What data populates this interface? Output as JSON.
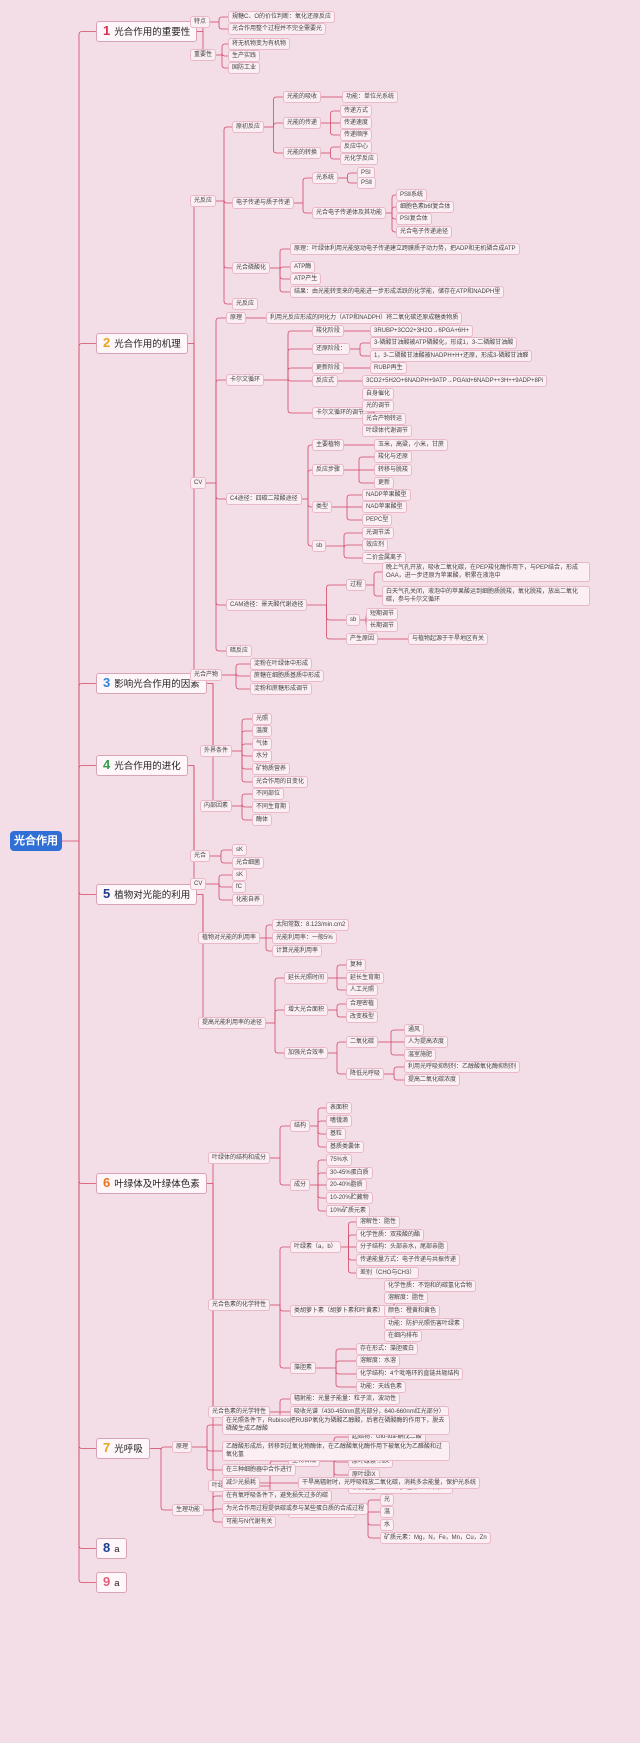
{
  "root": "光合作用",
  "colors": {
    "background": "#f3dde6",
    "root": "#2f6fd6",
    "line": "#d24a6a",
    "num1": "#d9304f",
    "num2": "#e8a41c",
    "num3": "#2a86d8",
    "num4": "#2e9e4a",
    "num5": "#1d3f8f",
    "num6": "#e8741c",
    "num7": "#e8a41c",
    "num8": "#1d3f8f",
    "num9": "#e0607a"
  },
  "sections": [
    {
      "num": "1",
      "label": "光合作用的重要性"
    },
    {
      "num": "2",
      "label": "光合作用的机理"
    },
    {
      "num": "3",
      "label": "影响光合作用的因素"
    },
    {
      "num": "4",
      "label": "光合作用的进化"
    },
    {
      "num": "5",
      "label": "植物对光能的利用"
    },
    {
      "num": "6",
      "label": "叶绿体及叶绿体色素"
    },
    {
      "num": "7",
      "label": "光呼吸"
    },
    {
      "num": "8",
      "label": "a"
    },
    {
      "num": "9",
      "label": "a"
    }
  ],
  "nodes": [
    {
      "id": "s1_a",
      "parent": "sec1",
      "text": "特点"
    },
    {
      "id": "s1_a1",
      "parent": "s1_a",
      "text": "規糖C、O的价位判断：氧化还原反应"
    },
    {
      "id": "s1_a2",
      "parent": "s1_a",
      "text": "光合作用整个过程并不完全需要光"
    },
    {
      "id": "s1_b",
      "parent": "sec1",
      "text": "重要性"
    },
    {
      "id": "s1_b1",
      "parent": "s1_b",
      "text": "将无机物变为有机物"
    },
    {
      "id": "s1_b2",
      "parent": "s1_b",
      "text": "生产实践"
    },
    {
      "id": "s1_b3",
      "parent": "s1_b",
      "text": "国防工业"
    },
    {
      "id": "s2_a",
      "parent": "sec2",
      "text": "光反应"
    },
    {
      "id": "s2_a1",
      "parent": "s2_a",
      "text": "原初反应"
    },
    {
      "id": "s2_a1a",
      "parent": "s2_a1",
      "text": "光能的吸收"
    },
    {
      "id": "s2_a1a1",
      "parent": "s2_a1a",
      "text": "功能：单位光系统"
    },
    {
      "id": "s2_a1b",
      "parent": "s2_a1",
      "text": "光能的传递"
    },
    {
      "id": "s2_a1b1",
      "parent": "s2_a1b",
      "text": "传递方式"
    },
    {
      "id": "s2_a1b2",
      "parent": "s2_a1b",
      "text": "传递速度"
    },
    {
      "id": "s2_a1b3",
      "parent": "s2_a1b",
      "text": "传递顺序"
    },
    {
      "id": "s2_a1c",
      "parent": "s2_a1",
      "text": "光能的转换"
    },
    {
      "id": "s2_a1c1",
      "parent": "s2_a1c",
      "text": "反应中心"
    },
    {
      "id": "s2_a1c2",
      "parent": "s2_a1c",
      "text": "光化学反应"
    },
    {
      "id": "s2_a2",
      "parent": "s2_a",
      "text": "电子传递与质子传递"
    },
    {
      "id": "s2_a2a",
      "parent": "s2_a2",
      "text": "光系统"
    },
    {
      "id": "s2_a2a1",
      "parent": "s2_a2a",
      "text": "PSⅠ"
    },
    {
      "id": "s2_a2a2",
      "parent": "s2_a2a",
      "text": "PSⅡ"
    },
    {
      "id": "s2_a2b",
      "parent": "s2_a2",
      "text": "光合电子传递体及其功能"
    },
    {
      "id": "s2_a2b1",
      "parent": "s2_a2b",
      "text": "PSⅡ系统"
    },
    {
      "id": "s2_a2b2",
      "parent": "s2_a2b",
      "text": "细胞色素b6f复合体"
    },
    {
      "id": "s2_a2b3",
      "parent": "s2_a2b",
      "text": "PSⅠ复合体"
    },
    {
      "id": "s2_a2b4",
      "parent": "s2_a2b",
      "text": "光合电子传递途径"
    },
    {
      "id": "s2_a3",
      "parent": "s2_a",
      "text": "光合磷酸化"
    },
    {
      "id": "s2_a3a",
      "parent": "s2_a3",
      "text": "原理：叶绿体利用光能驱动电子传递建立跨膜质子动力势，把ADP和无机磷合成ATP",
      "wrap": true
    },
    {
      "id": "s2_a3b",
      "parent": "s2_a3",
      "text": "ATP酶"
    },
    {
      "id": "s2_a3c",
      "parent": "s2_a3",
      "text": "ATP产生"
    },
    {
      "id": "s2_a3d",
      "parent": "s2_a3",
      "text": "结果：由光能转变来的电能进一步形成活跃的化学能，储存在ATP和NADPH里"
    },
    {
      "id": "s2_a4",
      "parent": "s2_a",
      "text": "光反应"
    },
    {
      "id": "s2_b",
      "parent": "sec2",
      "text": "CV"
    },
    {
      "id": "s2_b1",
      "parent": "s2_b",
      "text": "原理"
    },
    {
      "id": "s2_b1a",
      "parent": "s2_b1",
      "text": "利用光反应形成的同化力（ATP和NADPH）将二氧化碳还原成糖类物质"
    },
    {
      "id": "s2_b2",
      "parent": "s2_b",
      "text": "卡尔文循环"
    },
    {
      "id": "s2_b2a",
      "parent": "s2_b2",
      "text": "羧化阶段"
    },
    {
      "id": "s2_b2a1",
      "parent": "s2_b2a",
      "text": "3RUBP+3CO2+3H2O→6PGA+6H+"
    },
    {
      "id": "s2_b2b",
      "parent": "s2_b2",
      "text": "还原阶段："
    },
    {
      "id": "s2_b2b1",
      "parent": "s2_b2b",
      "text": "3-磷酸甘油酸被ATP磷酸化，形成1，3-二磷酸甘油酸"
    },
    {
      "id": "s2_b2b2",
      "parent": "s2_b2b",
      "text": "1，3-二磷酸甘油酸被NADPH+H+还原，形成3-磷酸甘油醛"
    },
    {
      "id": "s2_b2c",
      "parent": "s2_b2",
      "text": "更新阶段"
    },
    {
      "id": "s2_b2c1",
      "parent": "s2_b2c",
      "text": "RUBP再生"
    },
    {
      "id": "s2_b2d",
      "parent": "s2_b2",
      "text": "反应式"
    },
    {
      "id": "s2_b2d1",
      "parent": "s2_b2d",
      "text": "3CO2+5H2O+6NADPH+9ATP→PGAld+6NADP++3H++9ADP+8Pi"
    },
    {
      "id": "s2_b2e",
      "parent": "s2_b2",
      "text": "卡尔文循环的调节"
    },
    {
      "id": "s2_b2e1",
      "parent": "s2_b2e",
      "text": "自身催化"
    },
    {
      "id": "s2_b2e2",
      "parent": "s2_b2e",
      "text": "光的调节"
    },
    {
      "id": "s2_b2e3",
      "parent": "s2_b2e",
      "text": "光合产物转运"
    },
    {
      "id": "s2_b2e4",
      "parent": "s2_b2e",
      "text": "叶绿体代谢调节"
    },
    {
      "id": "s2_b3",
      "parent": "s2_b",
      "text": "C4途径：四碳二羧酸途径"
    },
    {
      "id": "s2_b3a",
      "parent": "s2_b3",
      "text": "主要植物"
    },
    {
      "id": "s2_b3a1",
      "parent": "s2_b3a",
      "text": "玉米，高粱，小米，甘蔗"
    },
    {
      "id": "s2_b3b",
      "parent": "s2_b3",
      "text": "反应步骤"
    },
    {
      "id": "s2_b3b1",
      "parent": "s2_b3b",
      "text": "羧化与还原"
    },
    {
      "id": "s2_b3b2",
      "parent": "s2_b3b",
      "text": "转移与脱羧"
    },
    {
      "id": "s2_b3b3",
      "parent": "s2_b3b",
      "text": "更新"
    },
    {
      "id": "s2_b3c",
      "parent": "s2_b3",
      "text": "类型"
    },
    {
      "id": "s2_b3c1",
      "parent": "s2_b3c",
      "text": "NADP苹果酸型"
    },
    {
      "id": "s2_b3c2",
      "parent": "s2_b3c",
      "text": "NAD苹果酸型"
    },
    {
      "id": "s2_b3c3",
      "parent": "s2_b3c",
      "text": "PEPC型"
    },
    {
      "id": "s2_b3d",
      "parent": "s2_b3",
      "text": "sb"
    },
    {
      "id": "s2_b3d1",
      "parent": "s2_b3d",
      "text": "光调节活"
    },
    {
      "id": "s2_b3d2",
      "parent": "s2_b3d",
      "text": "效应剂"
    },
    {
      "id": "s2_b3d3",
      "parent": "s2_b3d",
      "text": "二价金属离子"
    },
    {
      "id": "s2_b4",
      "parent": "s2_b",
      "text": "CAM途径：景天酸代谢途径"
    },
    {
      "id": "s2_b4a",
      "parent": "s2_b4",
      "text": "过程"
    },
    {
      "id": "s2_b4a1",
      "parent": "s2_b4a",
      "text": "晚上气孔开放，吸收二氧化碳，在PEP羧化酶作用下，与PEP结合，形成OAA，进一步还原为苹果酸，积累在液泡中",
      "wrap": true
    },
    {
      "id": "s2_b4a2",
      "parent": "s2_b4a",
      "text": "白天气孔关闭，液泡中的苹果酸运到细胞质脱羧，氧化脱羧，放出二氧化碳，参与卡尔文循环",
      "wrap": true
    },
    {
      "id": "s2_b4b",
      "parent": "s2_b4",
      "text": "sb"
    },
    {
      "id": "s2_b4b1",
      "parent": "s2_b4b",
      "text": "短期调节"
    },
    {
      "id": "s2_b4b2",
      "parent": "s2_b4b",
      "text": "长期调节"
    },
    {
      "id": "s2_b4c",
      "parent": "s2_b4",
      "text": "产生原因"
    },
    {
      "id": "s2_b4c1",
      "parent": "s2_b4c",
      "text": "与植物起源于干旱地区有关"
    },
    {
      "id": "s2_b5",
      "parent": "s2_b",
      "text": "暗反应"
    },
    {
      "id": "s2_c",
      "parent": "sec2",
      "text": "光合产物"
    },
    {
      "id": "s2_c1",
      "parent": "s2_c",
      "text": "淀粉在叶绿体中形成"
    },
    {
      "id": "s2_c2",
      "parent": "s2_c",
      "text": "蔗糖在细胞质基质中形成"
    },
    {
      "id": "s2_c3",
      "parent": "s2_c",
      "text": "淀粉和蔗糖形成调节"
    },
    {
      "id": "s3_a",
      "parent": "sec3",
      "text": "外界条件"
    },
    {
      "id": "s3_a1",
      "parent": "s3_a",
      "text": "光照"
    },
    {
      "id": "s3_a2",
      "parent": "s3_a",
      "text": "温度"
    },
    {
      "id": "s3_a3",
      "parent": "s3_a",
      "text": "气体"
    },
    {
      "id": "s3_a4",
      "parent": "s3_a",
      "text": "水分"
    },
    {
      "id": "s3_a5",
      "parent": "s3_a",
      "text": "矿物质营养"
    },
    {
      "id": "s3_a6",
      "parent": "s3_a",
      "text": "光合作用的日变化"
    },
    {
      "id": "s3_b",
      "parent": "sec3",
      "text": "内部因素"
    },
    {
      "id": "s3_b1",
      "parent": "s3_b",
      "text": "不同部位"
    },
    {
      "id": "s3_b2",
      "parent": "s3_b",
      "text": "不同生育期"
    },
    {
      "id": "s3_b3",
      "parent": "s3_b",
      "text": "酶体"
    },
    {
      "id": "s4_a",
      "parent": "sec4",
      "text": "光合"
    },
    {
      "id": "s4_a1",
      "parent": "s4_a",
      "text": "sK"
    },
    {
      "id": "s4_a2",
      "parent": "s4_a",
      "text": "光合细菌"
    },
    {
      "id": "s4_b",
      "parent": "sec4",
      "text": "CV"
    },
    {
      "id": "s4_b1",
      "parent": "s4_b",
      "text": "sK"
    },
    {
      "id": "s4_b2",
      "parent": "s4_b",
      "text": "fC"
    },
    {
      "id": "s4_b3",
      "parent": "s4_b",
      "text": "化能自养"
    },
    {
      "id": "s5_a",
      "parent": "sec5",
      "text": "植物对光能的利用率"
    },
    {
      "id": "s5_a1",
      "parent": "s5_a",
      "text": "太阳常数：8.123/min.cm2"
    },
    {
      "id": "s5_a2",
      "parent": "s5_a",
      "text": "光能利用率：一般5%"
    },
    {
      "id": "s5_a3",
      "parent": "s5_a",
      "text": "计算光能利用率"
    },
    {
      "id": "s5_b",
      "parent": "sec5",
      "text": "提高光能利用率的途径"
    },
    {
      "id": "s5_b1",
      "parent": "s5_b",
      "text": "延长光照时间"
    },
    {
      "id": "s5_b1a",
      "parent": "s5_b1",
      "text": "复种"
    },
    {
      "id": "s5_b1b",
      "parent": "s5_b1",
      "text": "延长生育期"
    },
    {
      "id": "s5_b1c",
      "parent": "s5_b1",
      "text": "人工光照"
    },
    {
      "id": "s5_b2",
      "parent": "s5_b",
      "text": "增大光合面积"
    },
    {
      "id": "s5_b2a",
      "parent": "s5_b2",
      "text": "合理密植"
    },
    {
      "id": "s5_b2b",
      "parent": "s5_b2",
      "text": "改变株型"
    },
    {
      "id": "s5_b3",
      "parent": "s5_b",
      "text": "加强光合效率"
    },
    {
      "id": "s5_b3a",
      "parent": "s5_b3",
      "text": "二氧化碳"
    },
    {
      "id": "s5_b3a1",
      "parent": "s5_b3a",
      "text": "通风"
    },
    {
      "id": "s5_b3a2",
      "parent": "s5_b3a",
      "text": "人为提高浓度"
    },
    {
      "id": "s5_b3a3",
      "parent": "s5_b3a",
      "text": "温室施肥"
    },
    {
      "id": "s5_b3b",
      "parent": "s5_b3",
      "text": "降低光呼吸"
    },
    {
      "id": "s5_b3b1",
      "parent": "s5_b3b",
      "text": "利用光呼吸抑制剂：乙醇酸氧化酶抑制剂"
    },
    {
      "id": "s5_b3b2",
      "parent": "s5_b3b",
      "text": "提高二氧化碳浓度"
    },
    {
      "id": "s6_a",
      "parent": "sec6",
      "text": "叶绿体的结构和成分"
    },
    {
      "id": "s6_a1",
      "parent": "s6_a",
      "text": "结构"
    },
    {
      "id": "s6_a1a",
      "parent": "s6_a1",
      "text": "表面积"
    },
    {
      "id": "s6_a1b",
      "parent": "s6_a1",
      "text": "嗜锇滴"
    },
    {
      "id": "s6_a1c",
      "parent": "s6_a1",
      "text": "基粒"
    },
    {
      "id": "s6_a1d",
      "parent": "s6_a1",
      "text": "基质类囊体"
    },
    {
      "id": "s6_a2",
      "parent": "s6_a",
      "text": "成分"
    },
    {
      "id": "s6_a2a",
      "parent": "s6_a2",
      "text": "75%水"
    },
    {
      "id": "s6_a2b",
      "parent": "s6_a2",
      "text": "30-45%蛋白质"
    },
    {
      "id": "s6_a2c",
      "parent": "s6_a2",
      "text": "20-40%脂质"
    },
    {
      "id": "s6_a2d",
      "parent": "s6_a2",
      "text": "10-20%贮藏物"
    },
    {
      "id": "s6_a2e",
      "parent": "s6_a2",
      "text": "10%矿质元素"
    },
    {
      "id": "s6_b",
      "parent": "sec6",
      "text": "光合色素的化学特性"
    },
    {
      "id": "s6_b1",
      "parent": "s6_b",
      "text": "叶绿素（a，b）"
    },
    {
      "id": "s6_b1a",
      "parent": "s6_b1",
      "text": "溶解性：脂性"
    },
    {
      "id": "s6_b1b",
      "parent": "s6_b1",
      "text": "化学性质：双羧酸的酯"
    },
    {
      "id": "s6_b1c",
      "parent": "s6_b1",
      "text": "分子结构：头部亲水，尾部亲脂"
    },
    {
      "id": "s6_b1d",
      "parent": "s6_b1",
      "text": "传递能量方式：电子传递与共振传递"
    },
    {
      "id": "s6_b1e",
      "parent": "s6_b1",
      "text": "差别（CHO与CH3）"
    },
    {
      "id": "s6_b2",
      "parent": "s6_b",
      "text": "类胡萝卜素（胡萝卜素和叶黄素）"
    },
    {
      "id": "s6_b2a",
      "parent": "s6_b2",
      "text": "化学性质：不饱和的碳氢化合物"
    },
    {
      "id": "s6_b2b",
      "parent": "s6_b2",
      "text": "溶解度：脂性"
    },
    {
      "id": "s6_b2c",
      "parent": "s6_b2",
      "text": "颜色：橙黄和黄色"
    },
    {
      "id": "s6_b2d",
      "parent": "s6_b2",
      "text": "功能：防护光照伤害叶绿素"
    },
    {
      "id": "s6_b2e",
      "parent": "s6_b2",
      "text": "在细内排布"
    },
    {
      "id": "s6_b3",
      "parent": "s6_b",
      "text": "藻胆素"
    },
    {
      "id": "s6_b3a",
      "parent": "s6_b3",
      "text": "存在形式：藻胆蛋白"
    },
    {
      "id": "s6_b3b",
      "parent": "s6_b3",
      "text": "溶解度：水溶"
    },
    {
      "id": "s6_b3c",
      "parent": "s6_b3",
      "text": "化学结构：4个吡咯环的直链共轭结构"
    },
    {
      "id": "s6_b3d",
      "parent": "s6_b3",
      "text": "功能：天线色素"
    },
    {
      "id": "s6_c",
      "parent": "sec6",
      "text": "光合色素的光学特性"
    },
    {
      "id": "s6_c1",
      "parent": "s6_c",
      "text": "辐射能：光量子能量：粒子流，波动性"
    },
    {
      "id": "s6_c2",
      "parent": "s6_c",
      "text": "吸收光谱（430-450nm蓝光部分，640-660nm红光部分）"
    },
    {
      "id": "s6_c3",
      "parent": "s6_c",
      "text": "荧光现象和磷光现象"
    },
    {
      "id": "s6_d",
      "parent": "sec6",
      "text": "叶绿素的合成"
    },
    {
      "id": "s6_d1",
      "parent": "s6_d",
      "text": "生物合成"
    },
    {
      "id": "s6_d1a",
      "parent": "s6_d1",
      "text": "起始物：Glu-tua-酮戊二酸"
    },
    {
      "id": "s6_d1b",
      "parent": "s6_d1",
      "text": "原色素原的吡咯环"
    },
    {
      "id": "s6_d1c",
      "parent": "s6_d1",
      "text": "原叶绿素→ⅡX"
    },
    {
      "id": "s6_d1d",
      "parent": "s6_d1",
      "text": "原叶绿IX"
    },
    {
      "id": "s6_d1e",
      "parent": "s6_d1",
      "text": "原脱植基chl→a+光+植醇→叶绿素ab"
    },
    {
      "id": "s6_d2",
      "parent": "s6_d",
      "text": "影响叶绿素合成的因素"
    },
    {
      "id": "s6_d2a",
      "parent": "s6_d2",
      "text": "光"
    },
    {
      "id": "s6_d2b",
      "parent": "s6_d2",
      "text": "温"
    },
    {
      "id": "s6_d2c",
      "parent": "s6_d2",
      "text": "水"
    },
    {
      "id": "s6_d2d",
      "parent": "s6_d2",
      "text": "矿质元素：Mg，N，Fe，Mn，Cu，Zn"
    },
    {
      "id": "s7_a",
      "parent": "sec7",
      "text": "原理"
    },
    {
      "id": "s7_a1",
      "parent": "s7_a",
      "text": "在光照条件下，Rubisco把RUBP氧化为磷酸乙醇酸，后者在磷酸酶的作用下，脱去磷酸生成乙醇酸",
      "wrap": true
    },
    {
      "id": "s7_a2",
      "parent": "s7_a",
      "text": "乙醇酸形成后，转移到过氧化物酶体，在乙醇酸氧化酶作用下被氧化为乙醛酸和过氧化氢",
      "wrap": true
    },
    {
      "id": "s7_a3",
      "parent": "s7_a",
      "text": "在三种细胞器中合作进行"
    },
    {
      "id": "s7_b",
      "parent": "sec7",
      "text": "生理功能"
    },
    {
      "id": "s7_b1",
      "parent": "s7_b",
      "text": "减少光损耗"
    },
    {
      "id": "s7_b1a",
      "parent": "s7_b1",
      "text": "干旱高辐射时，光呼吸释放二氧化碳，消耗多余能量，保护光系统"
    },
    {
      "id": "s7_b2",
      "parent": "s7_b",
      "text": "在有氧呼吸条件下，避免损失过多的碳"
    },
    {
      "id": "s7_b3",
      "parent": "s7_b",
      "text": "为光合作用过程提供碳或参与某些蛋白质的合成过程"
    },
    {
      "id": "s7_b4",
      "parent": "s7_b",
      "text": "可能与N代谢有关"
    }
  ]
}
